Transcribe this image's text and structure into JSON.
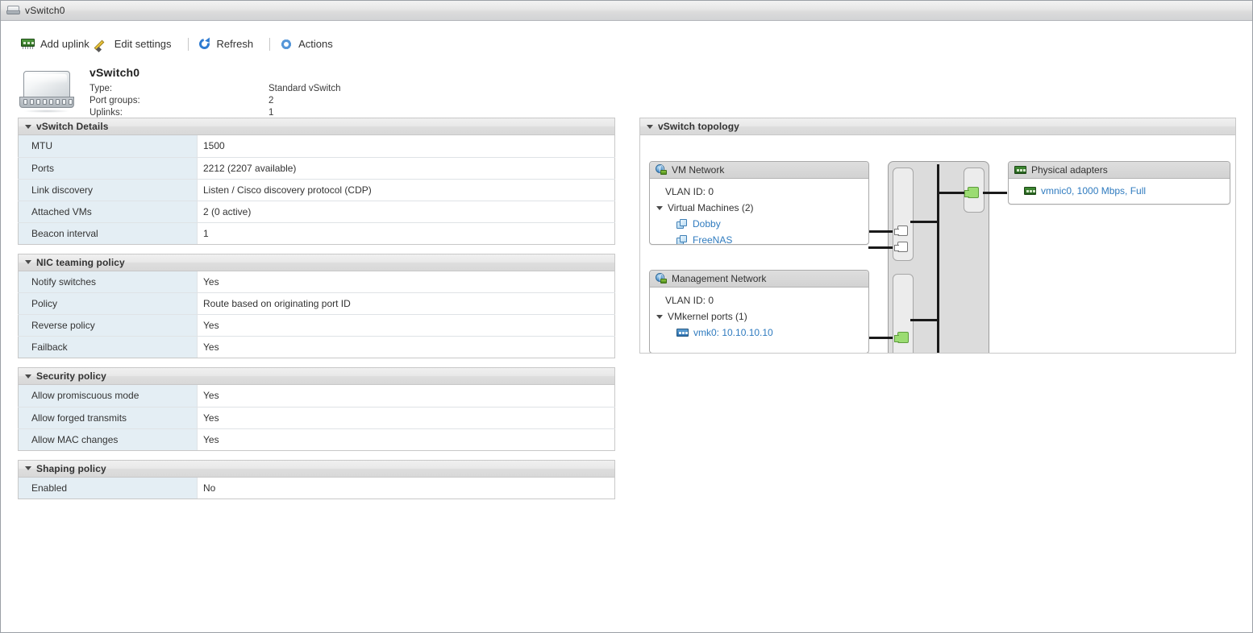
{
  "window": {
    "title": "vSwitch0",
    "title_icon": "switch-icon"
  },
  "toolbar": {
    "add_uplink": "Add uplink",
    "edit_settings": "Edit settings",
    "refresh": "Refresh",
    "actions": "Actions"
  },
  "summary": {
    "name": "vSwitch0",
    "rows": [
      {
        "label": "Type:",
        "value": "Standard vSwitch"
      },
      {
        "label": "Port groups:",
        "value": "2"
      },
      {
        "label": "Uplinks:",
        "value": "1"
      }
    ]
  },
  "sections": {
    "vswitch_details": {
      "title": "vSwitch Details",
      "rows": [
        {
          "key": "MTU",
          "value": "1500"
        },
        {
          "key": "Ports",
          "value": "2212 (2207 available)"
        },
        {
          "key": "Link discovery",
          "value": "Listen / Cisco discovery protocol (CDP)"
        },
        {
          "key": "Attached VMs",
          "value": "2 (0 active)"
        },
        {
          "key": "Beacon interval",
          "value": "1"
        }
      ]
    },
    "nic_teaming": {
      "title": "NIC teaming policy",
      "rows": [
        {
          "key": "Notify switches",
          "value": "Yes"
        },
        {
          "key": "Policy",
          "value": "Route based on originating port ID"
        },
        {
          "key": "Reverse policy",
          "value": "Yes"
        },
        {
          "key": "Failback",
          "value": "Yes"
        }
      ]
    },
    "security": {
      "title": "Security policy",
      "rows": [
        {
          "key": "Allow promiscuous mode",
          "value": "Yes"
        },
        {
          "key": "Allow forged transmits",
          "value": "Yes"
        },
        {
          "key": "Allow MAC changes",
          "value": "Yes"
        }
      ]
    },
    "shaping": {
      "title": "Shaping policy",
      "rows": [
        {
          "key": "Enabled",
          "value": "No"
        }
      ]
    }
  },
  "topology": {
    "title": "vSwitch topology",
    "vm_network": {
      "title": "VM Network",
      "vlan": "VLAN ID: 0",
      "group_label": "Virtual Machines (2)",
      "vms": [
        "Dobby",
        "FreeNAS"
      ]
    },
    "management_network": {
      "title": "Management Network",
      "vlan": "VLAN ID: 0",
      "group_label": "VMkernel ports (1)",
      "ports": [
        "vmk0: 10.10.10.10"
      ]
    },
    "physical_adapters": {
      "title": "Physical adapters",
      "adapters": [
        "vmnic0, 1000 Mbps, Full"
      ]
    }
  },
  "colors": {
    "link": "#2f7bbf",
    "key_cell_bg": "#e4eef4",
    "section_header_bg": "#e2e2e2",
    "connector_green": "#9bdc72",
    "nic_green": "#3f8c33"
  }
}
